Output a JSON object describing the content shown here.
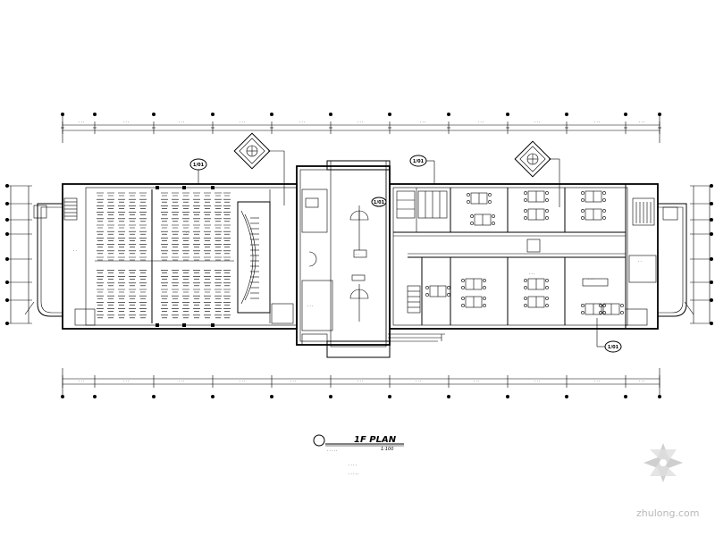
{
  "drawing": {
    "title": "1F PLAN",
    "scale": "1:100",
    "title_subtext": "· · · · ·",
    "notes": [
      "· · · ·",
      "· · · · ·"
    ]
  },
  "grid": {
    "top_dimensions": [
      "· · ·",
      "· · ·",
      "· · ·",
      "· · ·",
      "· · ·",
      "· · ·",
      "· · ·",
      "· · ·",
      "· · ·",
      "· · ·",
      "· · ·"
    ],
    "bottom_dimensions": [
      "· · ·",
      "· · ·",
      "· · ·",
      "· · ·",
      "· · ·",
      "· · ·",
      "· · ·",
      "· · ·",
      "· · ·",
      "· · ·",
      "· · ·"
    ]
  },
  "tags": [
    "1/01",
    "1/01",
    "1/01",
    "1/01"
  ],
  "rooms": {
    "labels": [
      "· ·",
      "· ·",
      "· · ·",
      "· ·",
      "· ·",
      "· · ·",
      "· · ·",
      "· ·"
    ]
  },
  "watermark": {
    "text": "zhulong.com"
  },
  "colors": {
    "lines": "#000000",
    "watermark": "#b8b8b8",
    "background": "#ffffff"
  }
}
